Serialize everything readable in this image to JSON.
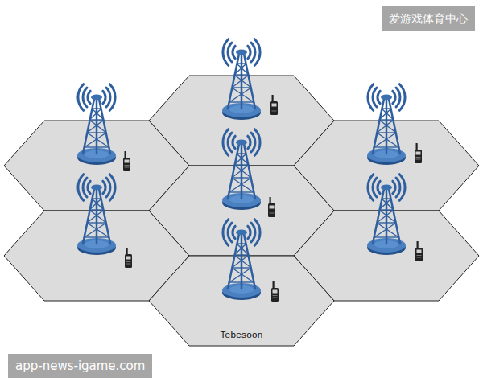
{
  "diagram": {
    "nodes": [
      {
        "text": [
          "Tebesoon"
        ]
      }
    ],
    "labels": [
      "爱游戏体育中心",
      "app-news-igame.com"
    ]
  }
}
